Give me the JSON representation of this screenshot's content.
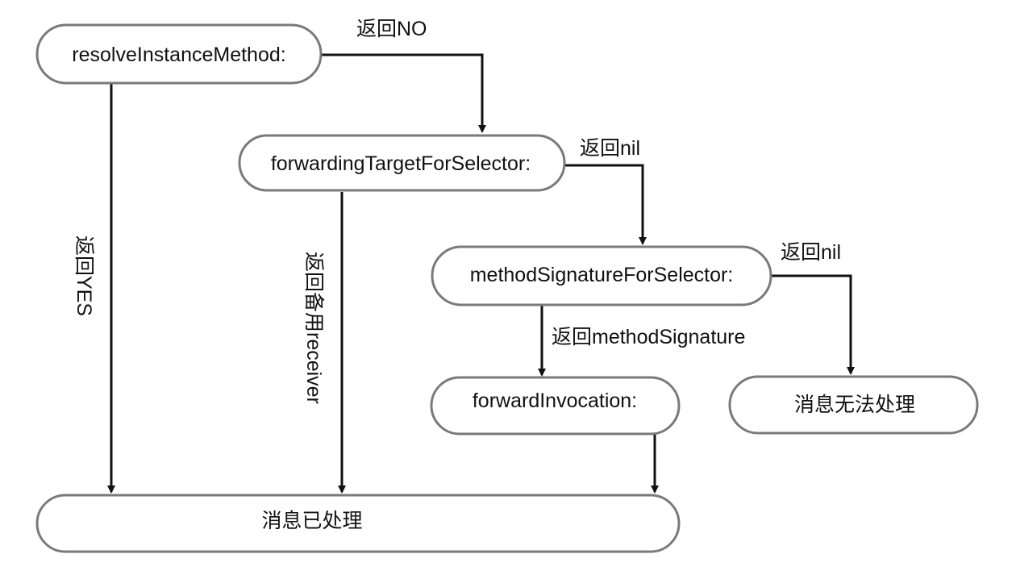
{
  "nodes": {
    "resolve": "resolveInstanceMethod:",
    "forwarding_target": "forwardingTargetForSelector:",
    "method_signature": "methodSignatureForSelector:",
    "forward_invocation": "forwardInvocation:",
    "unhandled": "消息无法处理",
    "handled": "消息已处理"
  },
  "edges": {
    "resolve_no": "返回NO",
    "resolve_yes": "返回YES",
    "forwarding_nil": "返回nil",
    "forwarding_receiver": "返回备用receiver",
    "signature_nil": "返回nil",
    "signature_returned": "返回methodSignature"
  },
  "colors": {
    "node_border": "#7a7a7a",
    "line": "#111111",
    "text": "#111111"
  }
}
